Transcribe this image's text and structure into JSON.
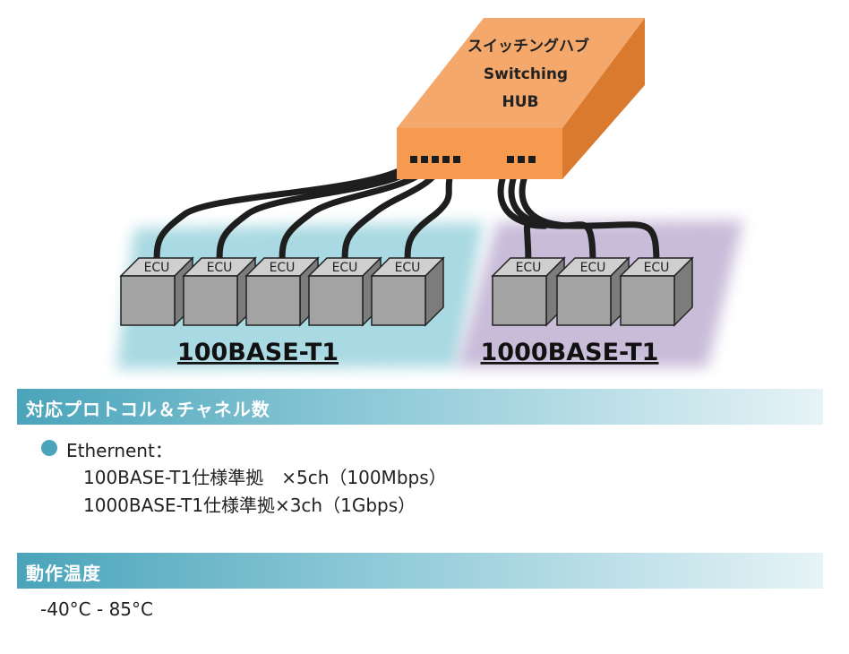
{
  "diagram": {
    "hub": {
      "label_jp": "スイッチングハブ",
      "label_en": "Switching",
      "label_en2": "HUB"
    },
    "ecu_label": "ECU",
    "group_100": {
      "label": "100BASE-T1",
      "ecu_count": 5
    },
    "group_1000": {
      "label": "1000BASE-T1",
      "ecu_count": 3
    },
    "colors": {
      "hub_top": "#f5a86b",
      "hub_front": "#f59a4e",
      "hub_side": "#d97a2e",
      "zone_100": "#a9d9e2",
      "zone_1000": "#c8bcd9",
      "ecu_face": "#a3a3a3",
      "ecu_top": "#cfcfcf",
      "ecu_side": "#7c7c7c",
      "cable": "#1e1e1e"
    }
  },
  "sections": {
    "protocol": {
      "title": "対応プロトコル＆チャネル数",
      "bullet": "Ethernent：",
      "line1": "100BASE-T1仕様準拠　×5ch（100Mbps）",
      "line2": "1000BASE-T1仕様準拠×3ch（1Gbps）"
    },
    "temperature": {
      "title": "動作温度",
      "value": "-40°C - 85°C"
    }
  }
}
